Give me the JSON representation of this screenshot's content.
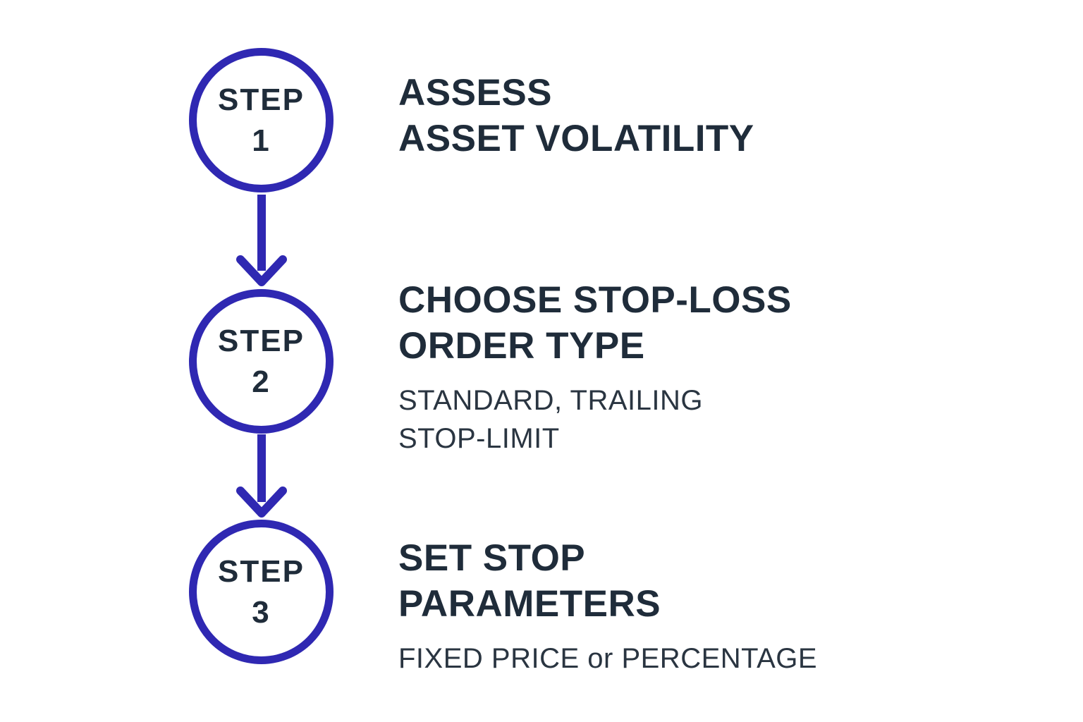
{
  "diagram": {
    "background_color": "#ffffff",
    "accent_color": "#2f28b2",
    "heading_color": "#1f2c3a",
    "subtitle_color": "#2a3541",
    "steps": [
      {
        "circle_label": "STEP",
        "circle_number": "1",
        "title_lines": [
          "ASSESS",
          "ASSET VOLATILITY"
        ],
        "subtitle_lines": []
      },
      {
        "circle_label": "STEP",
        "circle_number": "2",
        "title_lines": [
          "CHOOSE STOP-LOSS",
          "ORDER TYPE"
        ],
        "subtitle_lines": [
          "STANDARD, TRAILING",
          "STOP-LIMIT"
        ]
      },
      {
        "circle_label": "STEP",
        "circle_number": "3",
        "title_lines": [
          "SET STOP",
          "PARAMETERS"
        ],
        "subtitle_lines": [
          "FIXED PRICE or PERCENTAGE"
        ]
      }
    ]
  }
}
